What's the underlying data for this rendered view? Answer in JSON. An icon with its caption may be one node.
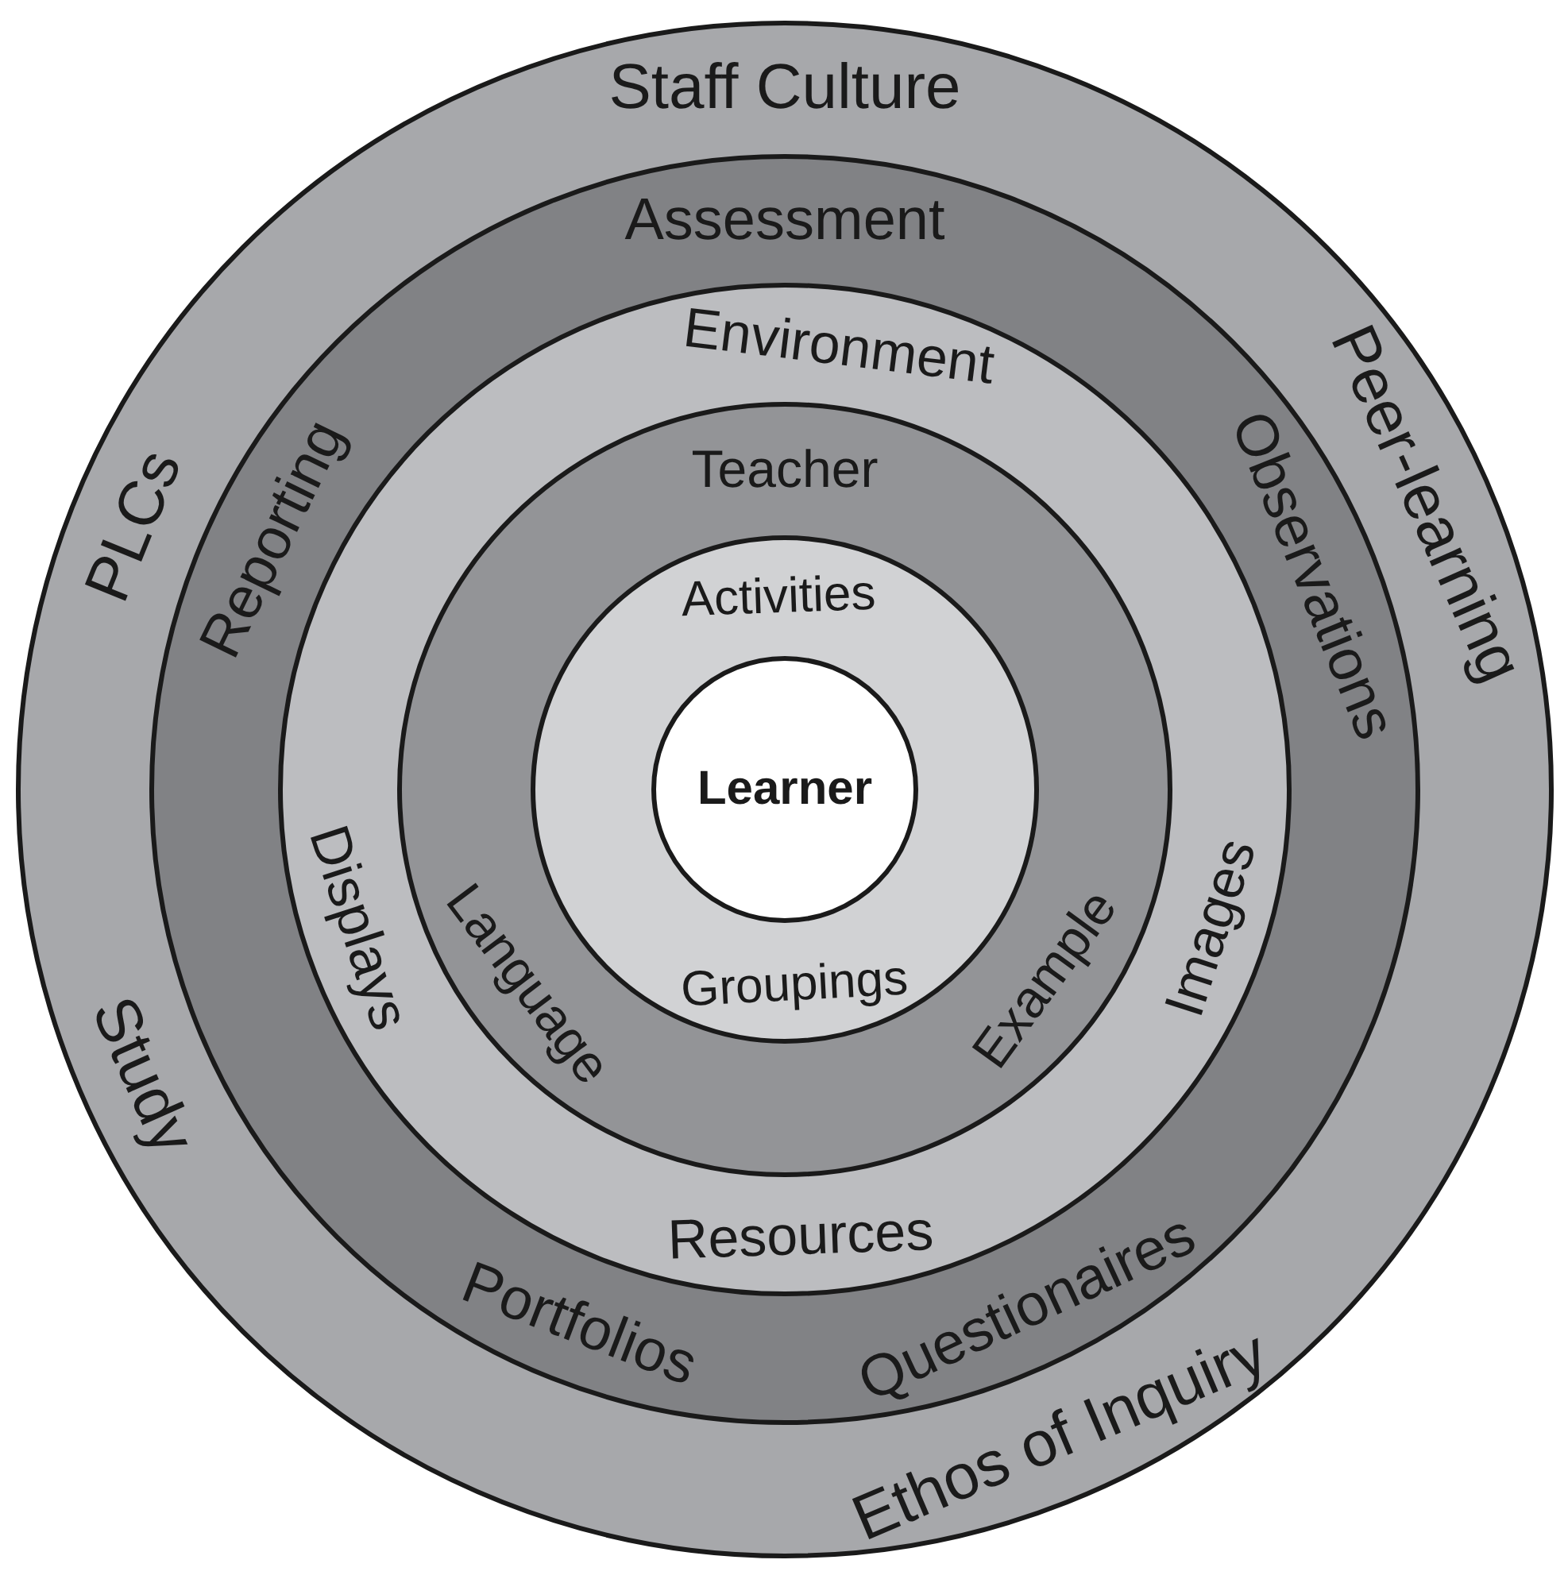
{
  "diagram": {
    "nodes": [
      {
        "text": [
          "Staff Culture",
          "PLCs",
          "Peer-learning",
          "Study",
          "Ethos of Inquiry"
        ]
      },
      {
        "text": [
          "Assessment",
          "Reporting",
          "Observations",
          "Portfolios",
          "Questionaires"
        ],
        "in": 0
      },
      {
        "text": [
          "Environment",
          "Displays",
          "Images",
          "Resources"
        ],
        "in": 1
      },
      {
        "text": [
          "Teacher",
          "Language",
          "Example"
        ],
        "in": 2
      },
      {
        "text": [
          "Activities",
          "Groupings"
        ],
        "in": 3
      },
      {
        "text": [
          "Learner"
        ],
        "in": 4
      }
    ]
  }
}
